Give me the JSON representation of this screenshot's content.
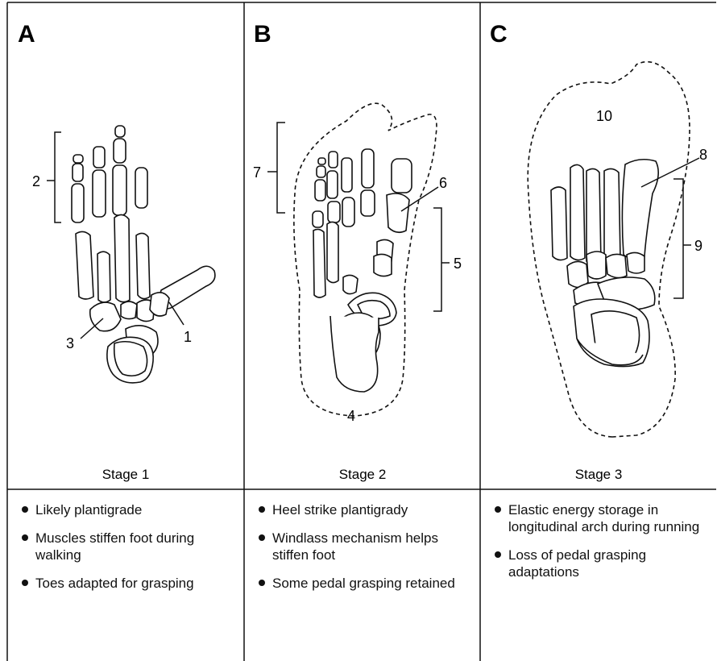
{
  "panels": [
    {
      "letter": "A",
      "stage": "Stage 1",
      "labels": [
        "2",
        "3",
        "1"
      ],
      "bullets": [
        "Likely plantigrade",
        "Muscles stiffen foot during walking",
        "Toes adapted for grasping"
      ]
    },
    {
      "letter": "B",
      "stage": "Stage 2",
      "labels": [
        "7",
        "6",
        "5",
        "4"
      ],
      "bullets": [
        "Heel strike plantigrady",
        "Windlass mechanism helps stiffen foot",
        "Some pedal grasping retained"
      ]
    },
    {
      "letter": "C",
      "stage": "Stage 3",
      "labels": [
        "10",
        "8",
        "9"
      ],
      "bullets": [
        "Elastic energy storage in longitudinal arch during running",
        "Loss of pedal grasping adaptations"
      ]
    }
  ]
}
